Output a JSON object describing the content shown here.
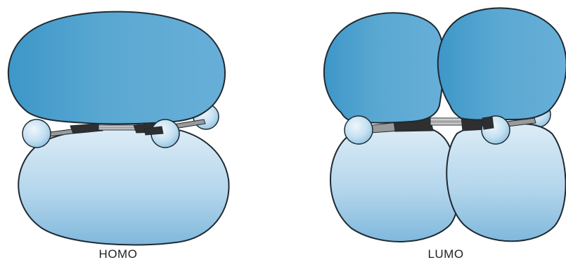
{
  "panels": [
    {
      "id": "homo",
      "label": "HOMO"
    },
    {
      "id": "lumo",
      "label": "LUMO"
    }
  ],
  "colors": {
    "lobe_dark": "#4f9ec9",
    "lobe_dark_edge": "#3a8bbf",
    "lobe_light_top": "#cfe6f3",
    "lobe_light_bottom": "#8ec2e2",
    "outline": "#1e2a33",
    "bond_dark": "#2f2f2f",
    "bond_light": "#d8d8d8",
    "atom_light": "#e4f1fa",
    "atom_mid": "#a9d2ec"
  }
}
